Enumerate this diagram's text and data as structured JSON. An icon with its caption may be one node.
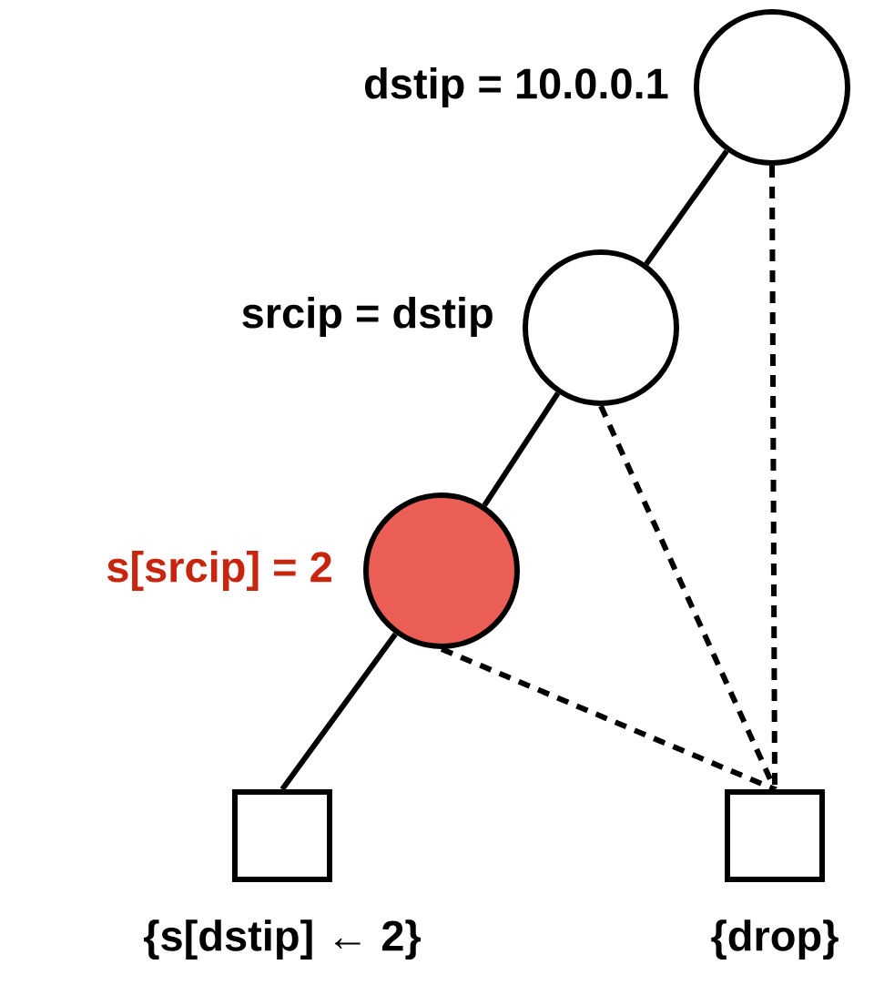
{
  "diagram": {
    "nodes": [
      {
        "text": [],
        "shape": "circle",
        "beside": [
          "dstip = 10.0.0.1"
        ]
      },
      {
        "text": [],
        "shape": "circle",
        "beside": [
          "srcip = dstip"
        ]
      },
      {
        "text": [],
        "shape": "circle",
        "beside": [
          "s[srcip] = 2"
        ]
      },
      {
        "text": [],
        "shape": "box",
        "beside": [
          "{s[dstip] ← 2}"
        ]
      },
      {
        "text": [],
        "shape": "box",
        "beside": [
          "{drop}"
        ]
      }
    ],
    "edges": [
      {
        "from": 0,
        "to": 1,
        "arrow": "none"
      },
      {
        "from": 0,
        "to": 4,
        "arrow": "none",
        "style": "dashed"
      },
      {
        "from": 1,
        "to": 2,
        "arrow": "none"
      },
      {
        "from": 1,
        "to": 4,
        "arrow": "none",
        "style": "dashed"
      },
      {
        "from": 2,
        "to": 3,
        "arrow": "none"
      },
      {
        "from": 2,
        "to": 4,
        "arrow": "none",
        "style": "dashed"
      }
    ]
  }
}
